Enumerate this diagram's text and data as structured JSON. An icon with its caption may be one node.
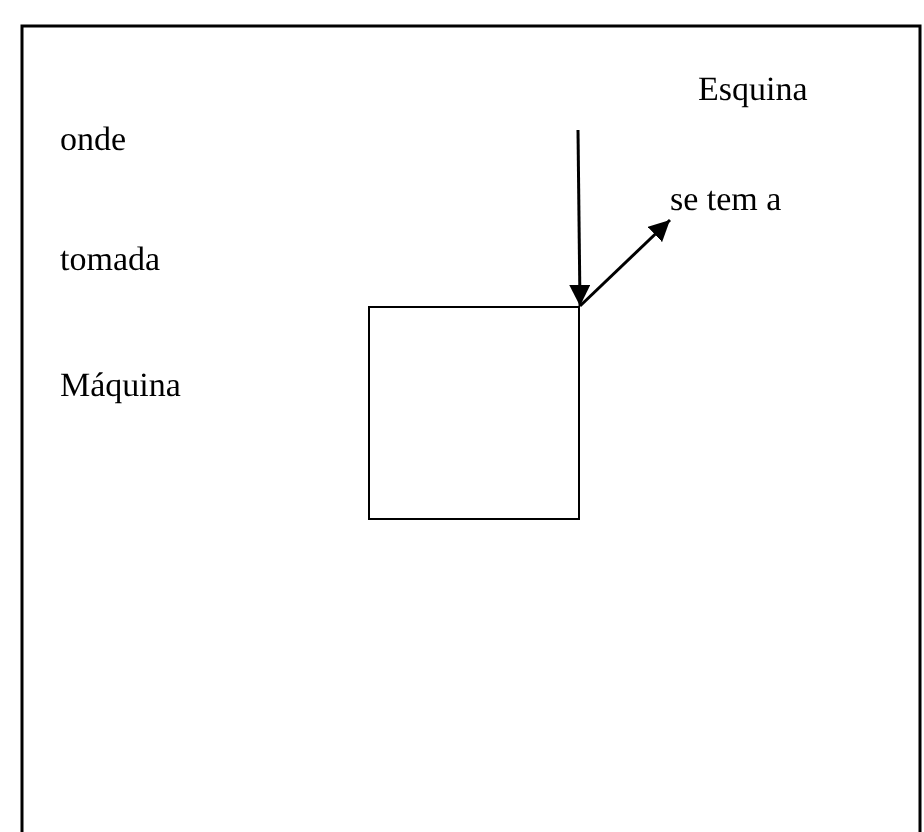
{
  "diagram": {
    "nodes": [
      {
        "text": [],
        "shape": "box"
      },
      {
        "text": [
          "se tem a"
        ]
      }
    ],
    "edges": [
      {
        "from": null,
        "to": 0,
        "arrow": "to"
      },
      {
        "from": 0,
        "to": 1,
        "arrow": "to"
      }
    ],
    "labels": [
      "Esquina",
      "onde",
      "tomada",
      "Máquina"
    ]
  }
}
